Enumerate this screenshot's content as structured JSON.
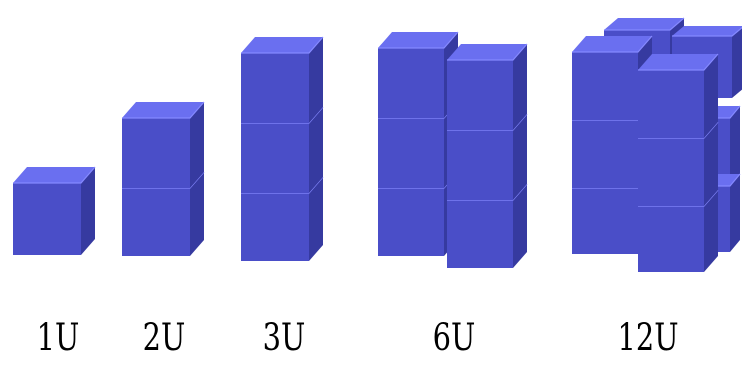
{
  "colors": {
    "cube_front": "#4a4ec8",
    "cube_top": "#6a6ff0",
    "cube_side": "#363aa0",
    "edge_highlight": "#8589ff",
    "label": "#000000"
  },
  "configurations": [
    {
      "id": "1u",
      "label": "1U",
      "units": 1,
      "columns": 1,
      "rows": 1,
      "depth": 1
    },
    {
      "id": "2u",
      "label": "2U",
      "units": 2,
      "columns": 1,
      "rows": 2,
      "depth": 1
    },
    {
      "id": "3u",
      "label": "3U",
      "units": 3,
      "columns": 1,
      "rows": 3,
      "depth": 1
    },
    {
      "id": "6u",
      "label": "6U",
      "units": 6,
      "columns": 2,
      "rows": 3,
      "depth": 1
    },
    {
      "id": "12u",
      "label": "12U",
      "units": 12,
      "columns": 2,
      "rows": 3,
      "depth": 2
    }
  ]
}
